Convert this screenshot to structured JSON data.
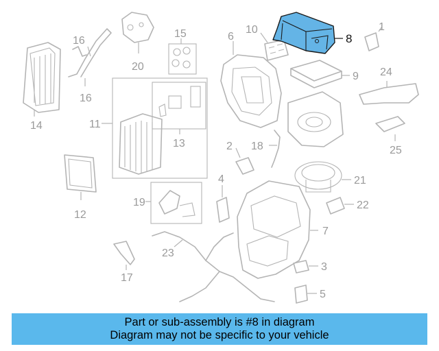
{
  "diagram": {
    "highlighted_part": "8",
    "highlight_color": "#64b4e6",
    "callouts": [
      "1",
      "2",
      "3",
      "4",
      "5",
      "6",
      "7",
      "8",
      "9",
      "10",
      "11",
      "12",
      "13",
      "14",
      "15",
      "16",
      "16",
      "17",
      "18",
      "19",
      "20",
      "21",
      "22",
      "23",
      "24",
      "25"
    ]
  },
  "banner": {
    "line1": "Part or sub-assembly is #8 in diagram",
    "line2": "Diagram may not be specific to your vehicle",
    "background": "#5ab8ec"
  }
}
